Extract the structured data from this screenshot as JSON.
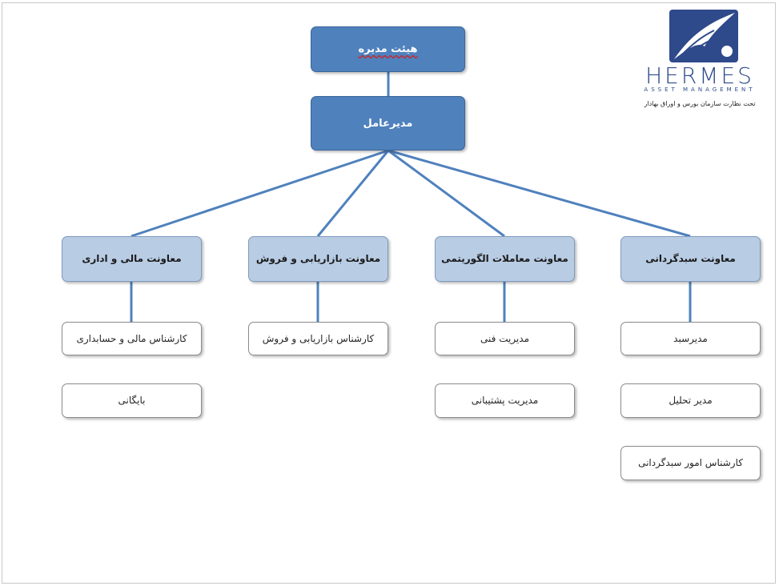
{
  "logo": {
    "wordmark": "HERMES",
    "subtitle": "ASSET MANAGEMENT",
    "caption": "تحت نظارت سازمان بورس و اوراق بهادار",
    "brand_color": "#2e4a8a"
  },
  "colors": {
    "top_fill": "#4f81bd",
    "dept_fill": "#b8cce4",
    "connector": "#4f81bd"
  },
  "org": {
    "board": "هیئت مدیره",
    "ceo": "مدیرعامل",
    "departments": [
      {
        "title": "معاونت سبدگردانی",
        "roles": [
          "مدیرسبد",
          "مدیر تحلیل",
          "کارشناس امور سبدگردانی"
        ]
      },
      {
        "title": "معاونت معاملات الگوریتمی",
        "roles": [
          "مدیریت فنی",
          "مدیریت پشتیبانی"
        ]
      },
      {
        "title": "معاونت بازاریابی و فروش",
        "roles": [
          "کارشناس بازاریابی و فروش"
        ]
      },
      {
        "title": "معاونت مالی و اداری",
        "roles": [
          "کارشناس مالی و حسابداری",
          "بایگانی"
        ]
      }
    ]
  }
}
